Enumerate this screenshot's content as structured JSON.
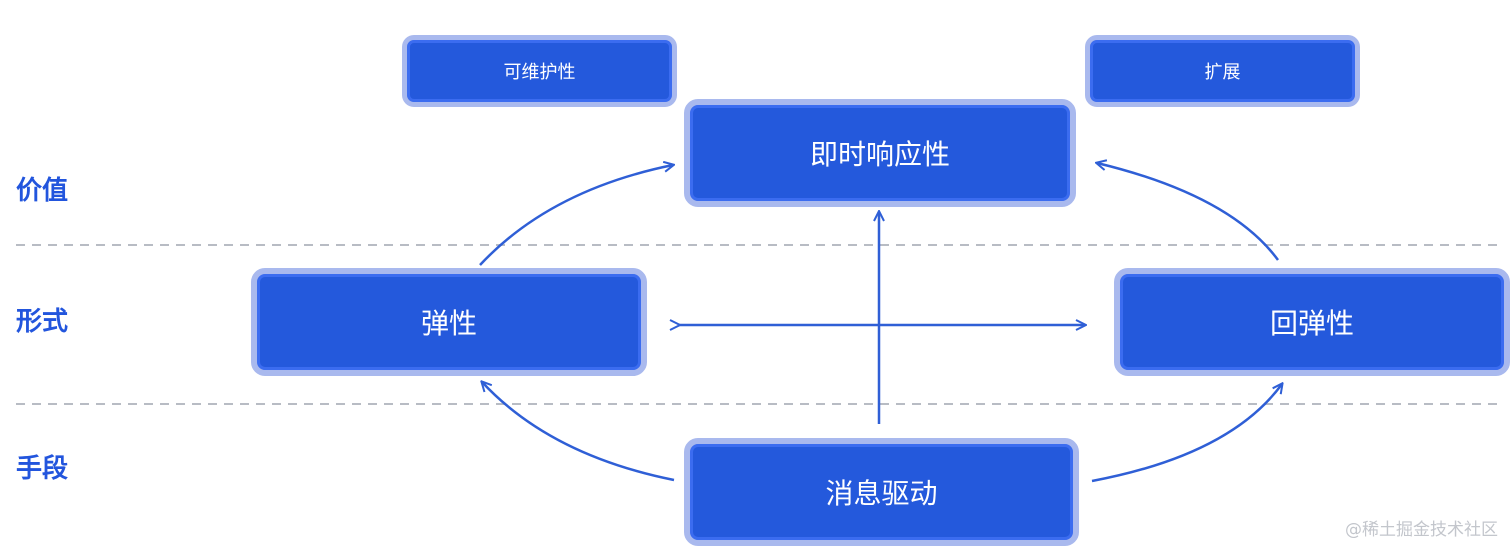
{
  "colors": {
    "accent": "#2459dc",
    "node_border": "#a9b9ee",
    "arrow": "#2f5fd6",
    "divider": "#b8bcc4",
    "label": "#2255dd",
    "watermark": "#c3c6cc"
  },
  "rows": {
    "value": "价值",
    "form": "形式",
    "means": "手段"
  },
  "nodes": {
    "maintainability": "可维护性",
    "extension": "扩展",
    "responsiveness": "即时响应性",
    "elasticity": "弹性",
    "resilience": "回弹性",
    "message_driven": "消息驱动"
  },
  "watermark": "@稀土掘金技术社区"
}
